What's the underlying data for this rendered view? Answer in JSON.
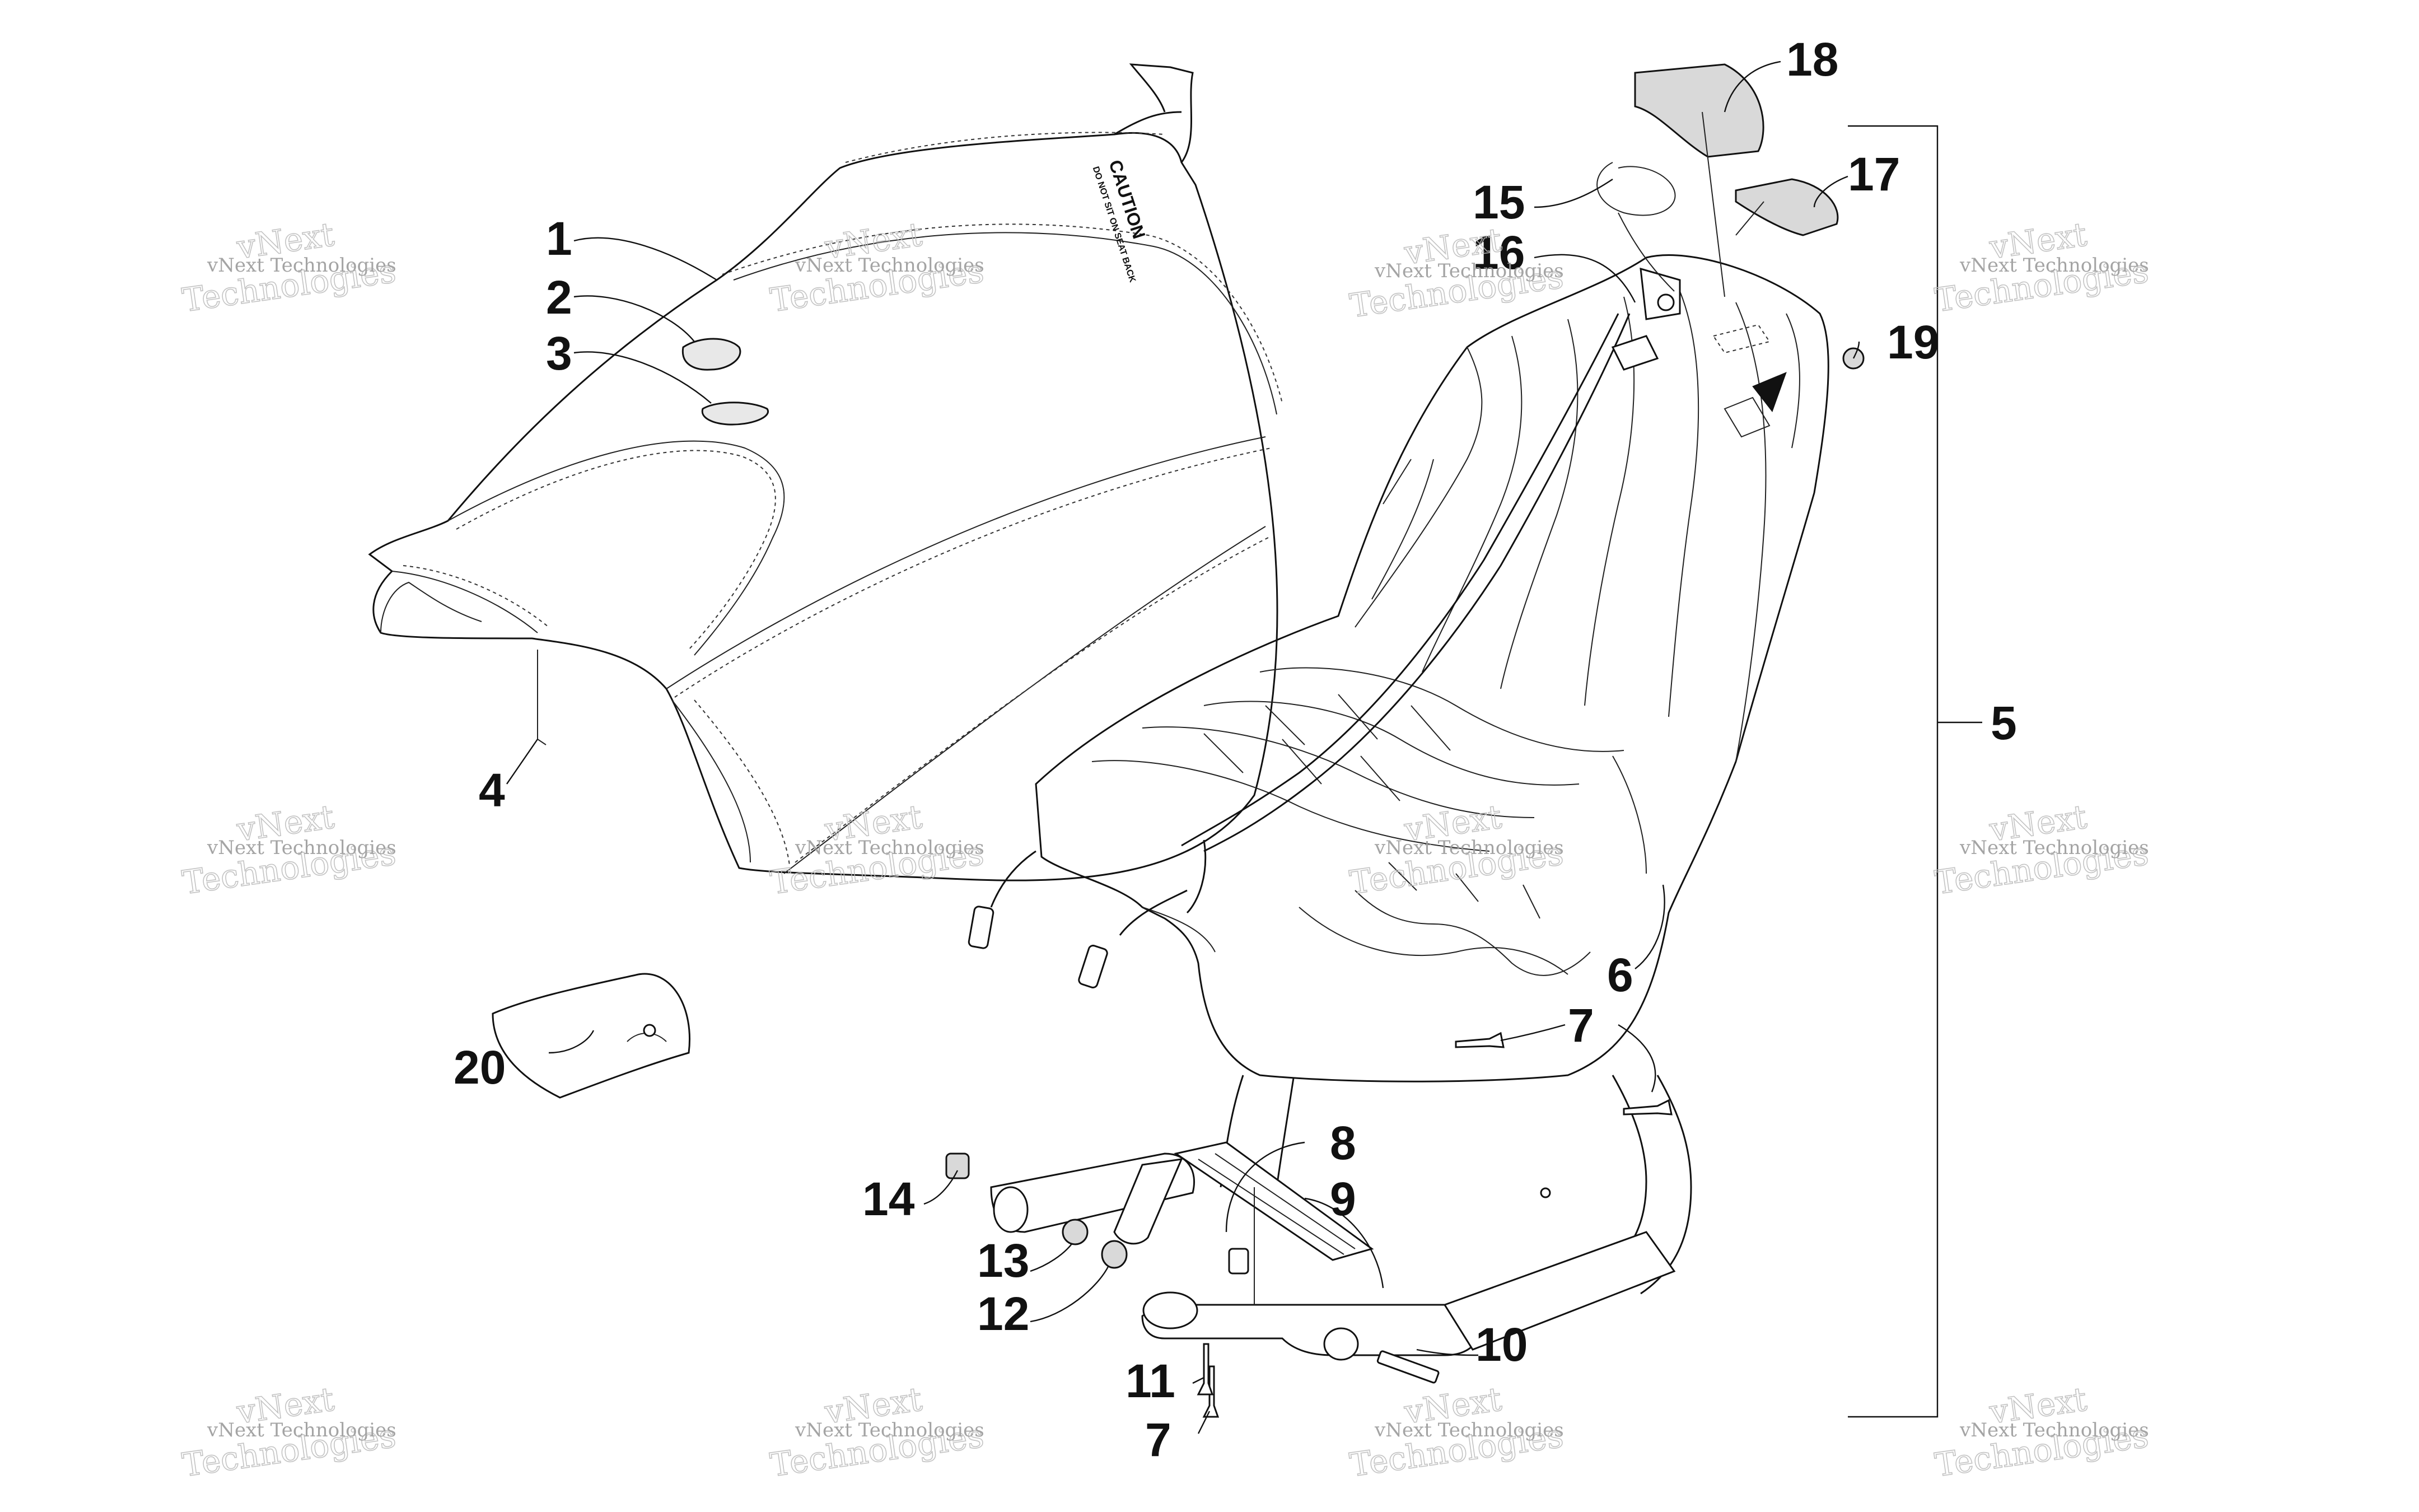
{
  "callouts": {
    "c1": "1",
    "c2": "2",
    "c3": "3",
    "c4": "4",
    "c5": "5",
    "c6": "6",
    "c7a": "7",
    "c7b": "7",
    "c8": "8",
    "c9": "9",
    "c10": "10",
    "c11": "11",
    "c12": "12",
    "c13": "13",
    "c14": "14",
    "c15": "15",
    "c16": "16",
    "c17": "17",
    "c18": "18",
    "c19": "19",
    "c20": "20"
  },
  "seat_label": {
    "caution": "CAUTION",
    "notice": "DO NOT SIT ON SEAT BACK"
  },
  "watermark": {
    "line1": "vNext Technologies",
    "line2": "vNext",
    "line3": "Technologies"
  }
}
